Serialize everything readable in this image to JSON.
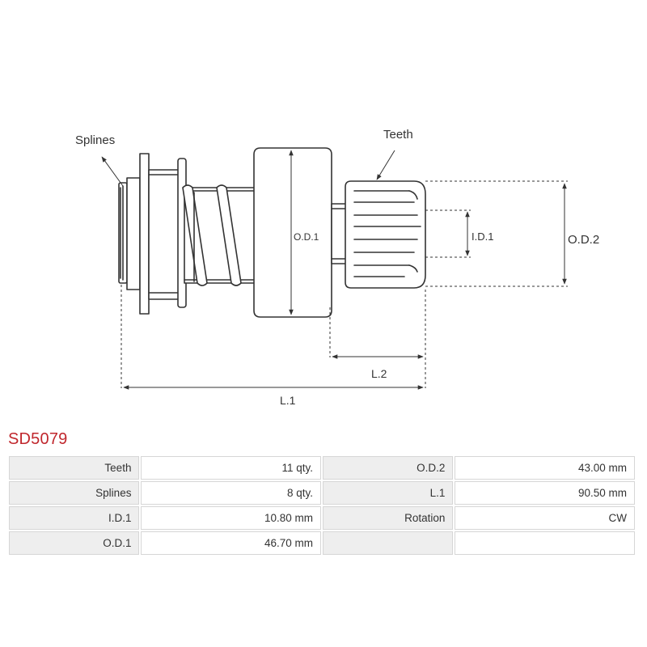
{
  "diagram": {
    "labels": {
      "splines": "Splines",
      "teeth": "Teeth",
      "od1": "O.D.1",
      "id1": "I.D.1",
      "od2": "O.D.2",
      "l2": "L.2",
      "l1": "L.1"
    }
  },
  "part_number": "SD5079",
  "specs": [
    [
      {
        "label": "Teeth",
        "value": "11 qty."
      },
      {
        "label": "O.D.2",
        "value": "43.00 mm"
      }
    ],
    [
      {
        "label": "Splines",
        "value": "8 qty."
      },
      {
        "label": "L.1",
        "value": "90.50 mm"
      }
    ],
    [
      {
        "label": "I.D.1",
        "value": "10.80 mm"
      },
      {
        "label": "Rotation",
        "value": "CW"
      }
    ],
    [
      {
        "label": "O.D.1",
        "value": "46.70 mm"
      },
      {
        "label": "",
        "value": ""
      }
    ]
  ]
}
